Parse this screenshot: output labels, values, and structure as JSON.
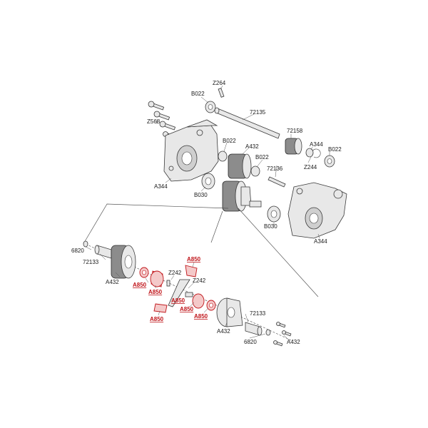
{
  "colors": {
    "highlight": "#c0161b",
    "line": "#3a3a3a",
    "background": "#ffffff"
  },
  "labels": {
    "z264": "Z264",
    "b022_top": "B022",
    "z568": "Z568",
    "p72135": "72135",
    "p72158": "72158",
    "a344_ring": "A344",
    "b022_right": "B022",
    "b022_left": "B022",
    "a432_top": "A432",
    "b022_mid": "B022",
    "z244": "Z244",
    "a344_left": "A344",
    "p72136": "72136",
    "b030_left": "B030",
    "b030_right": "B030",
    "a344_right": "A344",
    "p6820_left": "6820",
    "p72133_left": "72133",
    "a432_left": "A432",
    "a850_1": "A850",
    "a850_2": "A850",
    "z242_1": "Z242",
    "a850_3": "A850",
    "z242_2": "Z242",
    "a850_4": "A850",
    "a850_5": "A850",
    "a850_6": "A850",
    "a850_7": "A850",
    "p72133_right": "72133",
    "a432_bottom": "A432",
    "p6820_right": "6820",
    "a432_right": "A432"
  }
}
